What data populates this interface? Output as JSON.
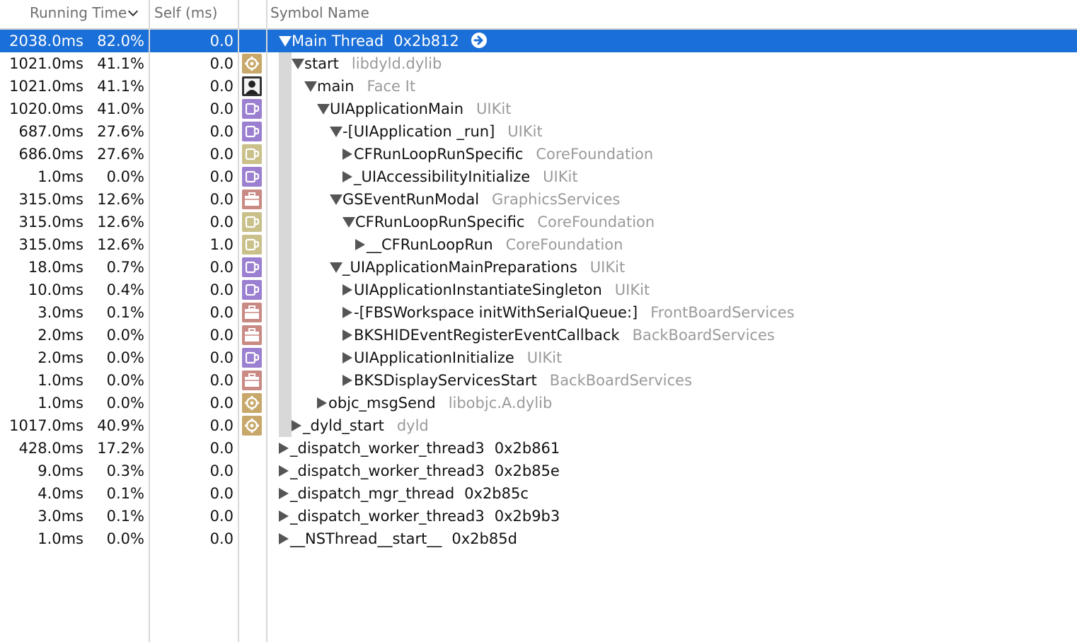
{
  "header": {
    "running_time": "Running Time",
    "self_ms": "Self (ms)",
    "symbol_name": "Symbol Name"
  },
  "colors": {
    "selection": "#1b6fd8",
    "library_text": "#9a9a9a",
    "header_text": "#6e6e6e",
    "icon_gear": "#c8a86a",
    "icon_uikit": "#9b7fd0",
    "icon_foundation": "#c9c08a",
    "icon_toolbox": "#c98a84",
    "icon_user": "#333333"
  },
  "rows": [
    {
      "time": "2038.0ms",
      "pct": "82.0%",
      "self": "0.0",
      "icon": "",
      "depth": 0,
      "disclosure": "down",
      "symbol": "Main Thread",
      "lib": "",
      "addr": "0x2b812",
      "selected": true,
      "arrow": true
    },
    {
      "time": "1021.0ms",
      "pct": "41.1%",
      "self": "0.0",
      "icon": "gear-icon",
      "depth": 1,
      "disclosure": "down",
      "symbol": "start",
      "lib": "libdyld.dylib",
      "addr": ""
    },
    {
      "time": "1021.0ms",
      "pct": "41.1%",
      "self": "0.0",
      "icon": "user-icon",
      "depth": 2,
      "disclosure": "down",
      "symbol": "main",
      "lib": "Face It",
      "addr": ""
    },
    {
      "time": "1020.0ms",
      "pct": "41.0%",
      "self": "0.0",
      "icon": "uikit-icon",
      "depth": 3,
      "disclosure": "down",
      "symbol": "UIApplicationMain",
      "lib": "UIKit",
      "addr": ""
    },
    {
      "time": "687.0ms",
      "pct": "27.6%",
      "self": "0.0",
      "icon": "uikit-icon",
      "depth": 4,
      "disclosure": "down",
      "symbol": "-[UIApplication _run]",
      "lib": "UIKit",
      "addr": ""
    },
    {
      "time": "686.0ms",
      "pct": "27.6%",
      "self": "0.0",
      "icon": "foundation-icon",
      "depth": 5,
      "disclosure": "right",
      "symbol": "CFRunLoopRunSpecific",
      "lib": "CoreFoundation",
      "addr": ""
    },
    {
      "time": "1.0ms",
      "pct": "0.0%",
      "self": "0.0",
      "icon": "uikit-icon",
      "depth": 5,
      "disclosure": "right",
      "symbol": "_UIAccessibilityInitialize",
      "lib": "UIKit",
      "addr": ""
    },
    {
      "time": "315.0ms",
      "pct": "12.6%",
      "self": "0.0",
      "icon": "toolbox-icon",
      "depth": 4,
      "disclosure": "down",
      "symbol": "GSEventRunModal",
      "lib": "GraphicsServices",
      "addr": ""
    },
    {
      "time": "315.0ms",
      "pct": "12.6%",
      "self": "0.0",
      "icon": "foundation-icon",
      "depth": 5,
      "disclosure": "down",
      "symbol": "CFRunLoopRunSpecific",
      "lib": "CoreFoundation",
      "addr": ""
    },
    {
      "time": "315.0ms",
      "pct": "12.6%",
      "self": "1.0",
      "icon": "foundation-icon",
      "depth": 6,
      "disclosure": "right",
      "symbol": "__CFRunLoopRun",
      "lib": "CoreFoundation",
      "addr": ""
    },
    {
      "time": "18.0ms",
      "pct": "0.7%",
      "self": "0.0",
      "icon": "uikit-icon",
      "depth": 4,
      "disclosure": "down",
      "symbol": "_UIApplicationMainPreparations",
      "lib": "UIKit",
      "addr": ""
    },
    {
      "time": "10.0ms",
      "pct": "0.4%",
      "self": "0.0",
      "icon": "uikit-icon",
      "depth": 5,
      "disclosure": "right",
      "symbol": "UIApplicationInstantiateSingleton",
      "lib": "UIKit",
      "addr": ""
    },
    {
      "time": "3.0ms",
      "pct": "0.1%",
      "self": "0.0",
      "icon": "toolbox-icon",
      "depth": 5,
      "disclosure": "right",
      "symbol": "-[FBSWorkspace initWithSerialQueue:]",
      "lib": "FrontBoardServices",
      "addr": ""
    },
    {
      "time": "2.0ms",
      "pct": "0.0%",
      "self": "0.0",
      "icon": "toolbox-icon",
      "depth": 5,
      "disclosure": "right",
      "symbol": "BKSHIDEventRegisterEventCallback",
      "lib": "BackBoardServices",
      "addr": ""
    },
    {
      "time": "2.0ms",
      "pct": "0.0%",
      "self": "0.0",
      "icon": "uikit-icon",
      "depth": 5,
      "disclosure": "right",
      "symbol": "UIApplicationInitialize",
      "lib": "UIKit",
      "addr": ""
    },
    {
      "time": "1.0ms",
      "pct": "0.0%",
      "self": "0.0",
      "icon": "toolbox-icon",
      "depth": 5,
      "disclosure": "right",
      "symbol": "BKSDisplayServicesStart",
      "lib": "BackBoardServices",
      "addr": ""
    },
    {
      "time": "1.0ms",
      "pct": "0.0%",
      "self": "0.0",
      "icon": "gear-icon",
      "depth": 3,
      "disclosure": "right",
      "symbol": "objc_msgSend",
      "lib": "libobjc.A.dylib",
      "addr": ""
    },
    {
      "time": "1017.0ms",
      "pct": "40.9%",
      "self": "0.0",
      "icon": "gear-icon",
      "depth": 1,
      "disclosure": "right",
      "symbol": "_dyld_start",
      "lib": "dyld",
      "addr": ""
    },
    {
      "time": "428.0ms",
      "pct": "17.2%",
      "self": "0.0",
      "icon": "",
      "depth": 0,
      "disclosure": "right",
      "symbol": "_dispatch_worker_thread3",
      "lib": "",
      "addr": "0x2b861"
    },
    {
      "time": "9.0ms",
      "pct": "0.3%",
      "self": "0.0",
      "icon": "",
      "depth": 0,
      "disclosure": "right",
      "symbol": "_dispatch_worker_thread3",
      "lib": "",
      "addr": "0x2b85e"
    },
    {
      "time": "4.0ms",
      "pct": "0.1%",
      "self": "0.0",
      "icon": "",
      "depth": 0,
      "disclosure": "right",
      "symbol": "_dispatch_mgr_thread",
      "lib": "",
      "addr": "0x2b85c"
    },
    {
      "time": "3.0ms",
      "pct": "0.1%",
      "self": "0.0",
      "icon": "",
      "depth": 0,
      "disclosure": "right",
      "symbol": "_dispatch_worker_thread3",
      "lib": "",
      "addr": "0x2b9b3"
    },
    {
      "time": "1.0ms",
      "pct": "0.0%",
      "self": "0.0",
      "icon": "",
      "depth": 0,
      "disclosure": "right",
      "symbol": "__NSThread__start__",
      "lib": "",
      "addr": "0x2b85d"
    }
  ]
}
